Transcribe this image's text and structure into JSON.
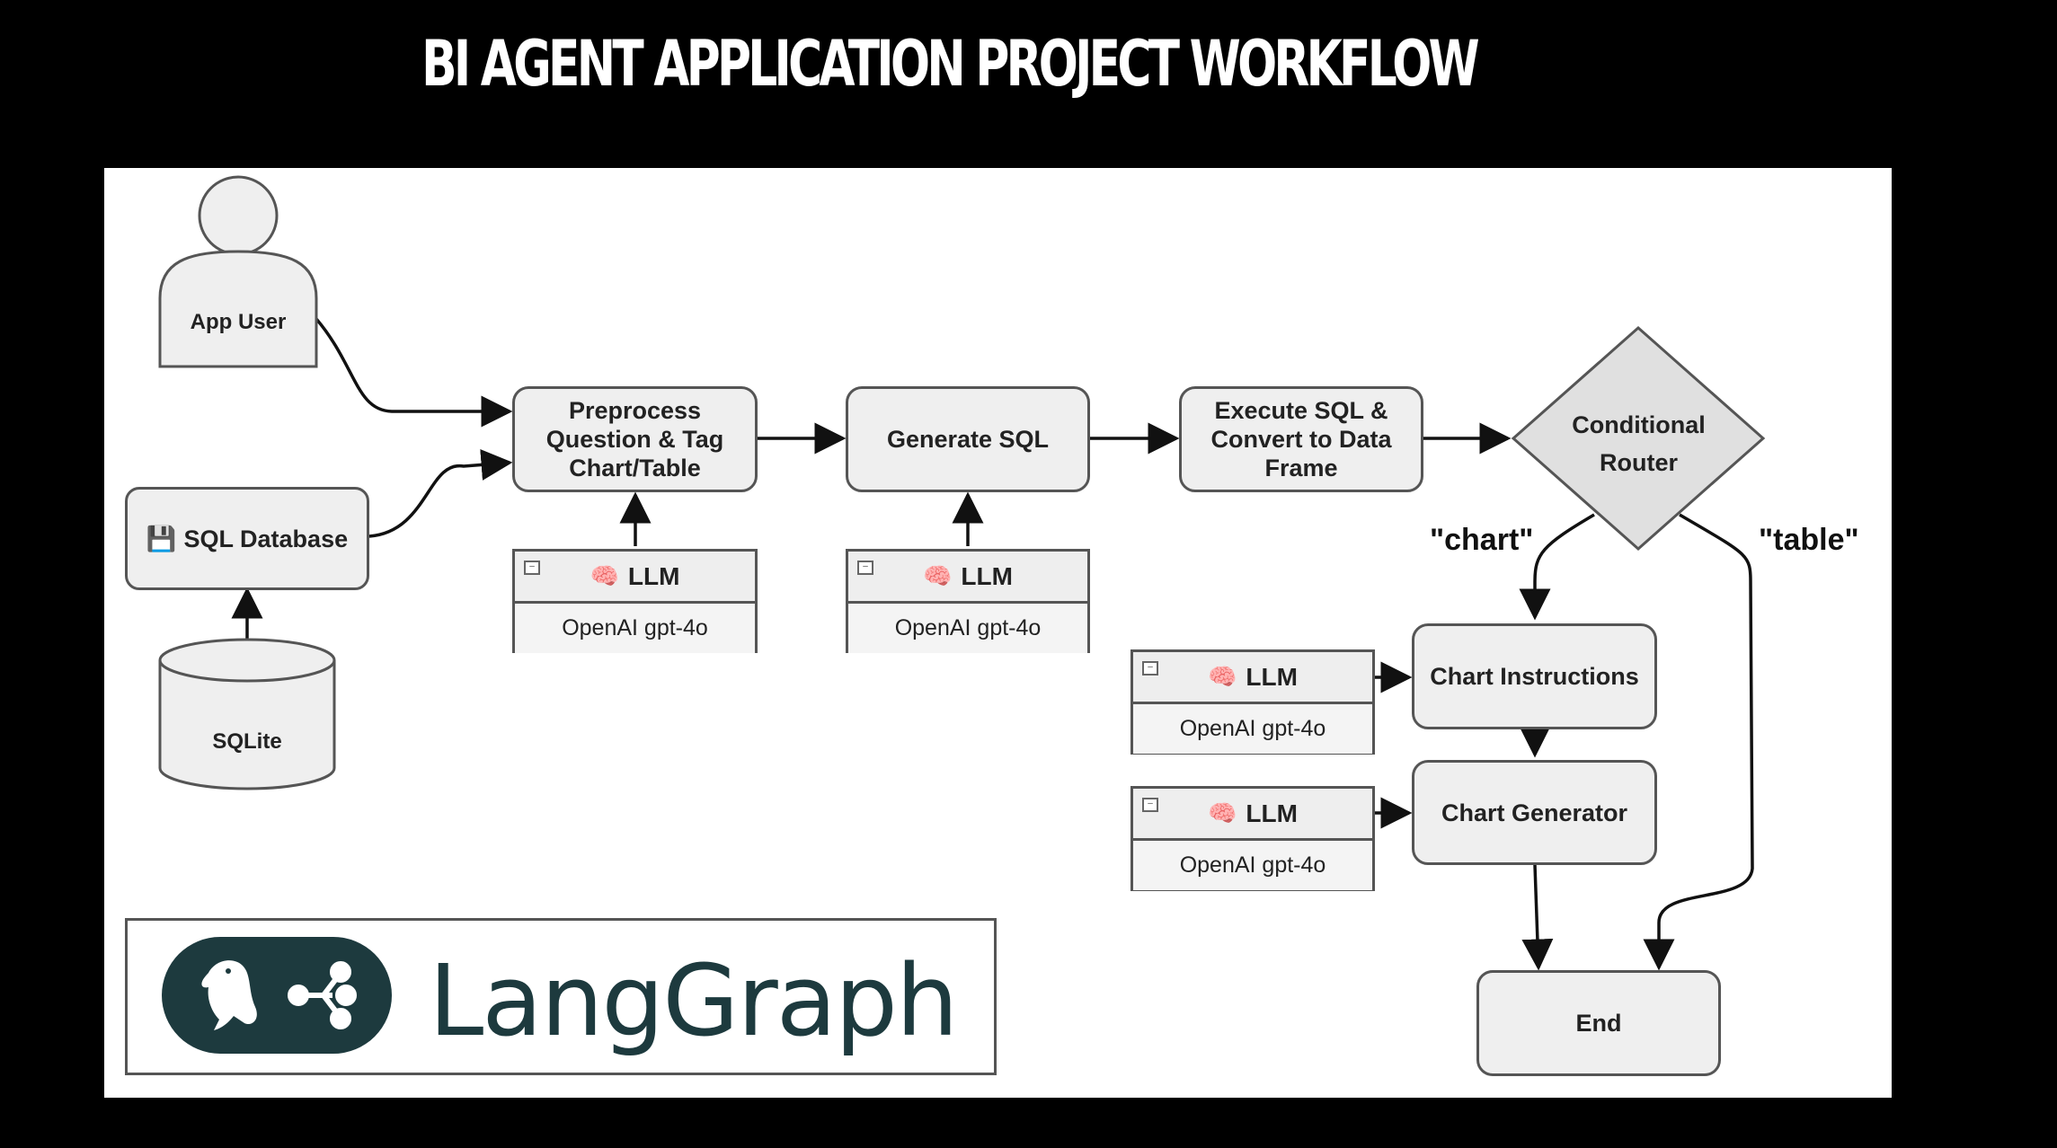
{
  "title": "BI AGENT APPLICATION PROJECT WORKFLOW",
  "nodes": {
    "app_user": "App User",
    "sql_database": "SQL Database",
    "sqlite": "SQLite",
    "preprocess": "Preprocess Question & Tag Chart/Table",
    "generate_sql": "Generate SQL",
    "execute_sql": "Execute SQL & Convert to Data Frame",
    "router": "Conditional Router",
    "chart_instructions": "Chart Instructions",
    "chart_generator": "Chart Generator",
    "end": "End"
  },
  "llm": {
    "label": "LLM",
    "model": "OpenAI gpt-4o"
  },
  "edge_labels": {
    "chart": "\"chart\"",
    "table": "\"table\""
  },
  "logo": {
    "text": "LangGraph"
  },
  "icons": {
    "database": "floppy-disk-icon",
    "llm": "brain-icon"
  },
  "colors": {
    "node_fill": "#efefef",
    "border": "#555555",
    "logo": "#1d3a3e"
  }
}
